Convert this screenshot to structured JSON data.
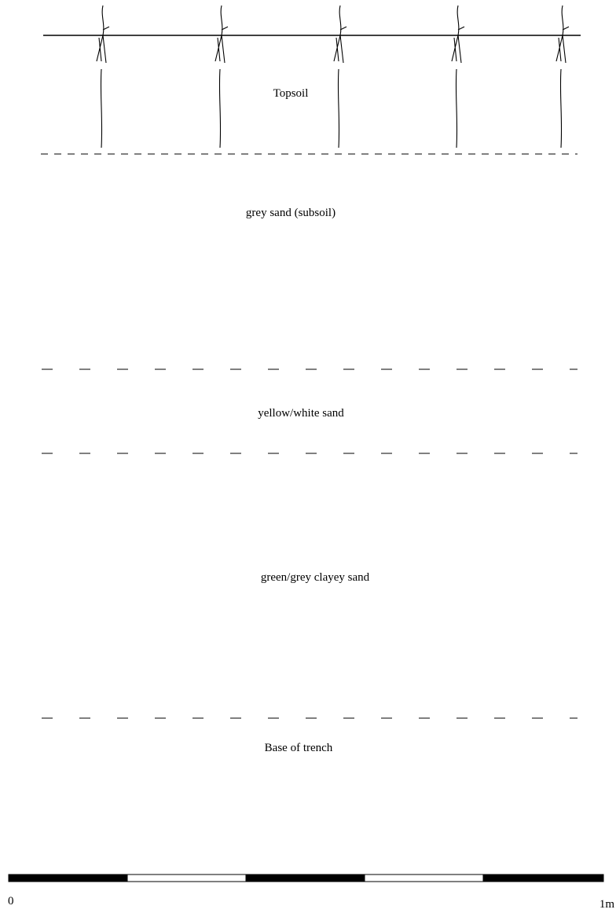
{
  "diagram": {
    "layers": [
      {
        "name": "topsoil",
        "label": "Topsoil"
      },
      {
        "name": "grey-sand",
        "label": "grey sand (subsoil)"
      },
      {
        "name": "yellow-white-sand",
        "label": "yellow/white sand"
      },
      {
        "name": "green-grey-clayey-sand",
        "label": "green/grey clayey sand"
      },
      {
        "name": "base-of-trench",
        "label": "Base of trench"
      }
    ],
    "plant_count": 5,
    "scale_bar": {
      "start_label": "0",
      "end_label": "1m",
      "segments": 5,
      "colors": [
        "#000000",
        "#ffffff",
        "#000000",
        "#ffffff",
        "#000000"
      ]
    },
    "line_color": "#000000"
  }
}
